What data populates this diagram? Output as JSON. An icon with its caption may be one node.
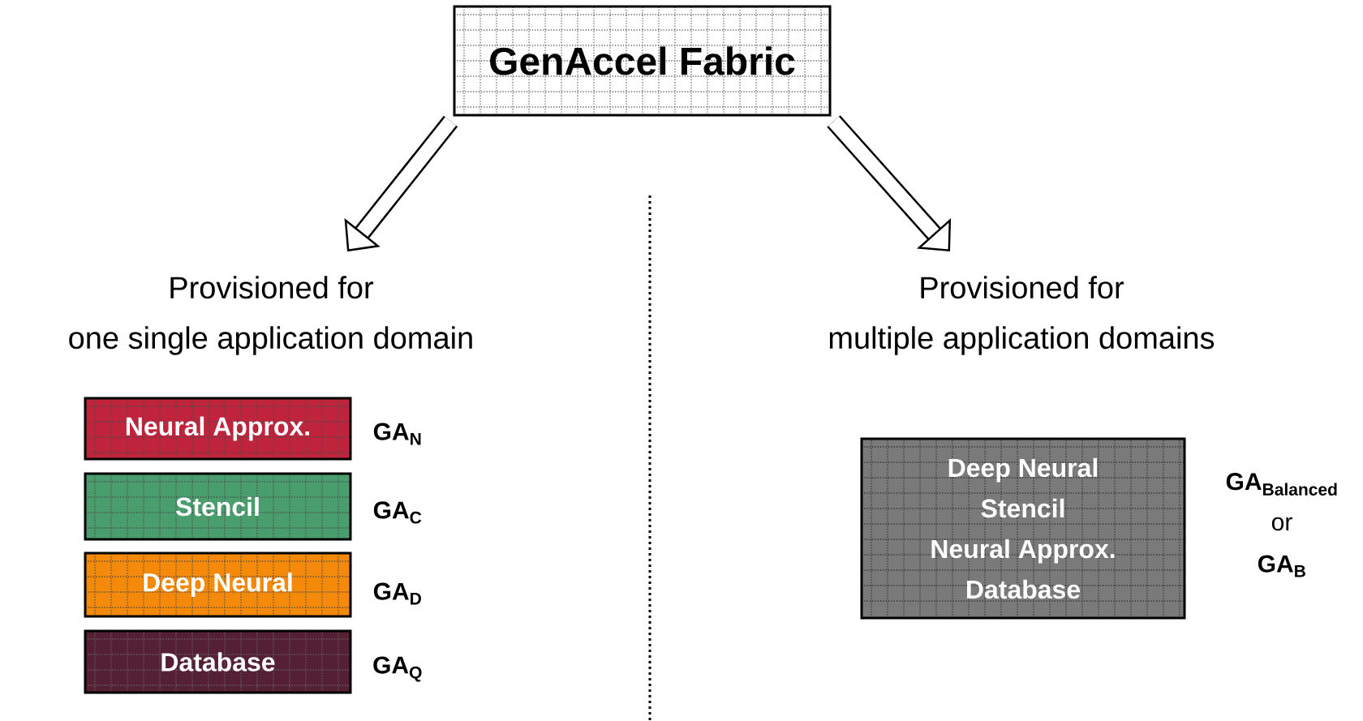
{
  "diagram": {
    "nodes": [
      {
        "text": [
          "GenAccel Fabric"
        ]
      },
      {
        "text": [
          "Provisioned for one single application domain"
        ]
      },
      {
        "text": [
          "Provisioned for multiple application domains"
        ]
      },
      {
        "text": [
          "Neural Approx."
        ],
        "beside": [
          "GA$_{N}$"
        ]
      },
      {
        "text": [
          "Stencil"
        ],
        "beside": [
          "GA$_{C}$"
        ]
      },
      {
        "text": [
          "Deep Neural"
        ],
        "beside": [
          "GA$_{D}$"
        ]
      },
      {
        "text": [
          "Database"
        ],
        "beside": [
          "GA$_{Q}$"
        ]
      },
      {
        "text": [
          "Deep Neural",
          "Stencil",
          "Neural Approx.",
          "Database"
        ],
        "beside": [
          "GA$_{Balanced}$",
          "or",
          "GA$_{B}$"
        ]
      }
    ],
    "edges": [
      {
        "from": 0,
        "to": 1,
        "arrow": "to"
      },
      {
        "from": 0,
        "to": 2,
        "arrow": "to"
      }
    ]
  }
}
